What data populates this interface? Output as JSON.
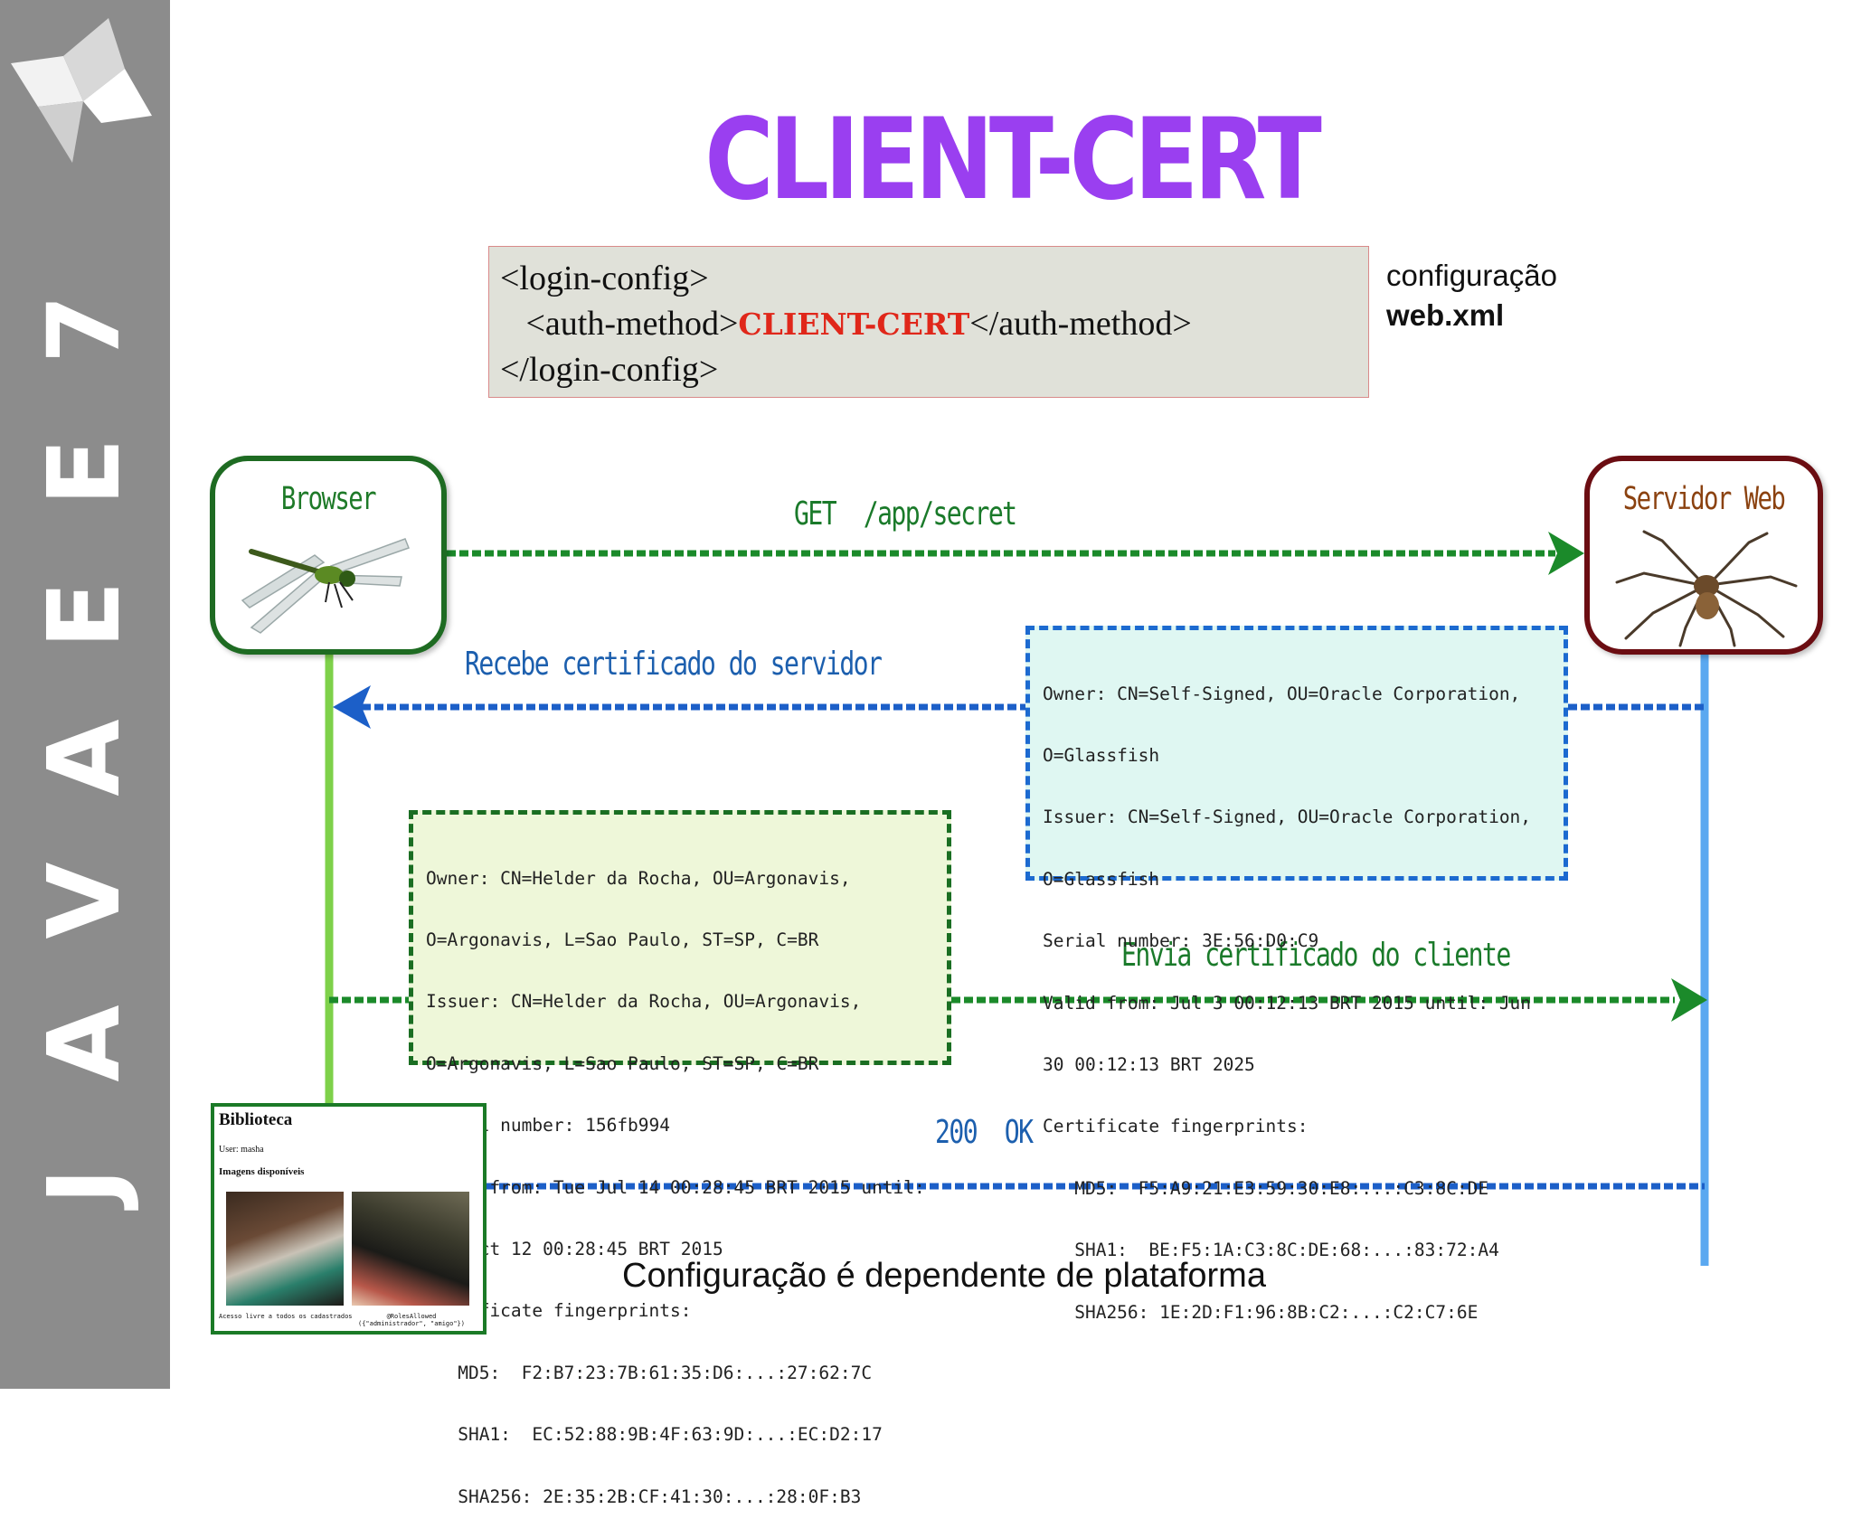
{
  "sidebar": {
    "letters": [
      "J",
      "A",
      "V",
      "A",
      "E",
      "E",
      "7"
    ]
  },
  "title": "CLIENT-CERT",
  "code": {
    "line1": "<login-config>",
    "line2_open": "   <auth-method>",
    "line2_keyword": "CLIENT-CERT",
    "line2_close": "</auth-method>",
    "line3": "</login-config>"
  },
  "config_label": {
    "line1": "configuração",
    "line2": "web.xml"
  },
  "nodes": {
    "browser": "Browser",
    "server": "Servidor Web"
  },
  "messages": {
    "get": "GET  /app/secret",
    "receive": "Recebe certificado do servidor",
    "send": "Envia certificado do cliente",
    "ok": "200  OK"
  },
  "server_cert": {
    "lines": [
      "Owner: CN=Self-Signed, OU=Oracle Corporation,",
      "O=Glassfish",
      "Issuer: CN=Self-Signed, OU=Oracle Corporation,",
      "O=Glassfish",
      "Serial number: 3E:56:D0:C9",
      "Valid from: Jul 3 00:12:13 BRT 2015 until: Jun",
      "30 00:12:13 BRT 2025",
      "Certificate fingerprints:",
      "   MD5:  F5:A9:21:E3:59:30:E8:...:C3:8C:DE",
      "   SHA1:  BE:F5:1A:C3:8C:DE:68:...:83:72:A4",
      "   SHA256: 1E:2D:F1:96:8B:C2:...:C2:C7:6E"
    ]
  },
  "client_cert": {
    "lines": [
      "Owner: CN=Helder da Rocha, OU=Argonavis,",
      "O=Argonavis, L=Sao Paulo, ST=SP, C=BR",
      "Issuer: CN=Helder da Rocha, OU=Argonavis,",
      "O=Argonavis, L=Sao Paulo, ST=SP, C=BR",
      "Serial number: 156fb994",
      "Valid from: Tue Jul 14 00:28:45 BRT 2015 until:",
      "Mon Oct 12 00:28:45 BRT 2015",
      "Certificate fingerprints:",
      "   MD5:  F2:B7:23:7B:61:35:D6:...:27:62:7C",
      "   SHA1:  EC:52:88:9B:4F:63:9D:...:EC:D2:17",
      "   SHA256: 2E:35:2B:CF:41:30:...:28:0F:B3"
    ]
  },
  "app_screenshot": {
    "title": "Biblioteca",
    "user": "User: masha",
    "images_heading": "Imagens disponíveis",
    "caption_left": "Acesso livre a todos os cadastrados",
    "caption_right_1": "@RolesAllowed",
    "caption_right_2": "({\"administrador\", \"amigo\"})"
  },
  "footer": "Configuração é dependente de plataforma",
  "colors": {
    "title": "#9a3ff0",
    "green_arrow": "#1b8a2a",
    "blue_arrow": "#1c5fc8",
    "browser_lifeline": "#7ed14a",
    "server_lifeline": "#5aa8f0",
    "keyword": "#e0271a"
  }
}
